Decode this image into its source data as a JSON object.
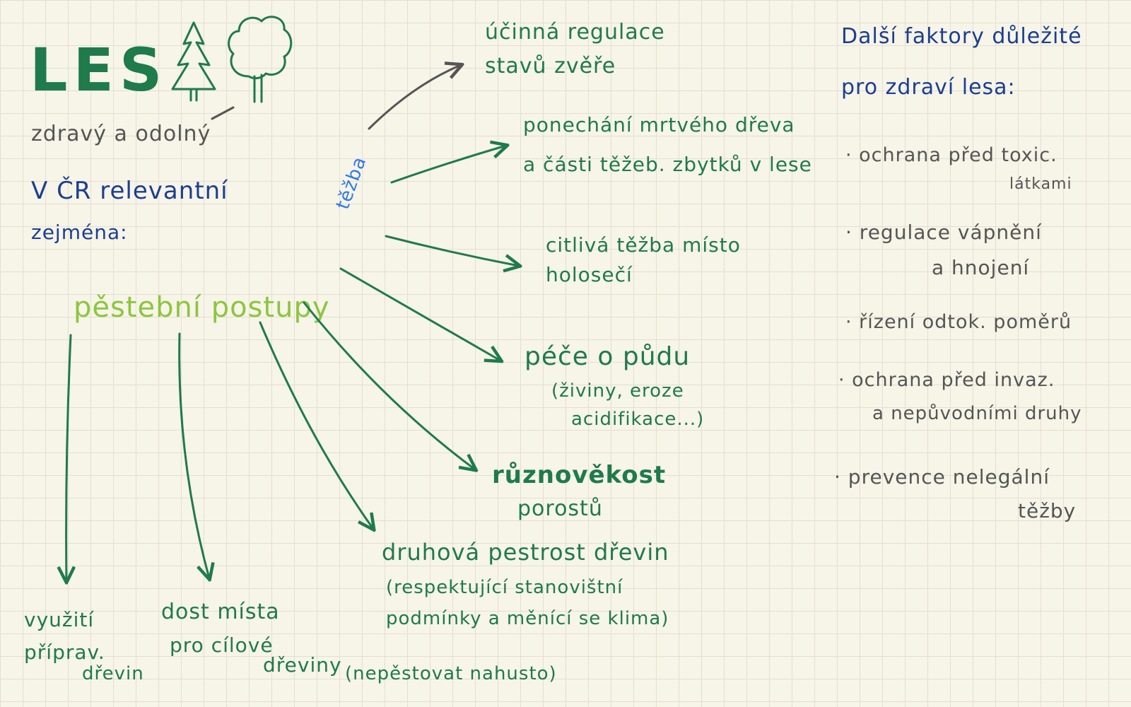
{
  "colors": {
    "dark_green": "#1f7a4c",
    "light_green": "#8cc63f",
    "navy": "#1b3f91",
    "gray": "#555555",
    "bright_blue": "#2f7ae8",
    "paper": "#f7f4e8"
  },
  "icons": [
    "conifer-tree-icon",
    "deciduous-tree-icon"
  ],
  "title": {
    "main": "LES",
    "subtitle": "zdravý a odolný",
    "relevant": "V ČR relevantní",
    "zejmena": "zejména:"
  },
  "center": {
    "pestebni": "pěstební postupy",
    "tezba": "těžba"
  },
  "branches": {
    "regulace_zvere": [
      "účinná regulace",
      "stavů zvěře"
    ],
    "mrtve_drevo": [
      "ponechání mrtvého dřeva",
      "a části těžeb. zbytků v lese"
    ],
    "citliva_tezba": [
      "citlivá těžba místo",
      "holosečí"
    ],
    "pece_o_pudu": [
      "péče o půdu",
      "(živiny, eroze",
      "acidifikace...)"
    ],
    "ruznovekost": [
      "různověkost",
      "porostů"
    ],
    "druhova_pestrost": [
      "druhová pestrost dřevin",
      "(respektující stanovištní",
      "podmínky a měnící se klima)"
    ],
    "vyuziti": [
      "využití",
      "příprav.",
      "dřevin"
    ],
    "dost_mista": [
      "dost místa",
      "pro cílové",
      "dřeviny"
    ],
    "nepestovat": "(nepěstovat nahusto)"
  },
  "factors": {
    "heading": [
      "Další faktory důležité",
      "pro zdraví lesa:"
    ],
    "items": [
      [
        "· ochrana před toxic.",
        "látkami"
      ],
      [
        "· regulace vápnění",
        "a hnojení"
      ],
      [
        "· řízení odtok. poměrů"
      ],
      [
        "· ochrana před invaz.",
        "a nepůvodními druhy"
      ],
      [
        "· prevence nelegální",
        "těžby"
      ]
    ]
  }
}
